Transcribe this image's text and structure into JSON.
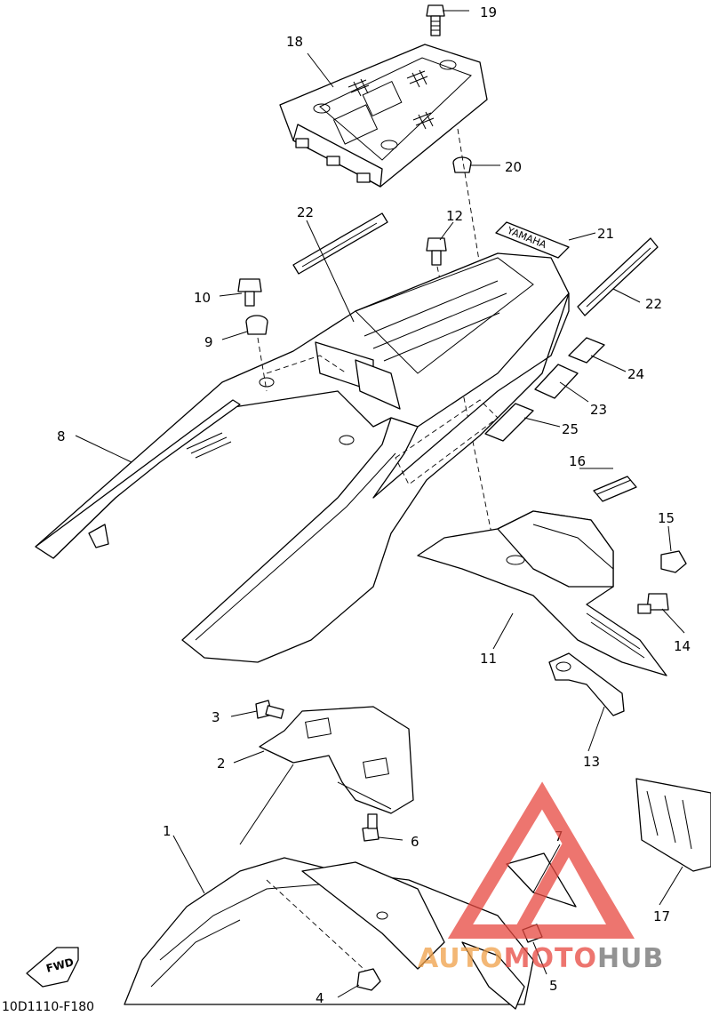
{
  "diagram": {
    "code": "10D1110-F180",
    "fwd_label": "FWD",
    "sticker_text": "YAMAHA",
    "callouts": [
      "1",
      "2",
      "3",
      "4",
      "5",
      "6",
      "7",
      "8",
      "9",
      "10",
      "11",
      "12",
      "13",
      "14",
      "15",
      "16",
      "17",
      "18",
      "19",
      "20",
      "21",
      "22",
      "22",
      "23",
      "24",
      "25"
    ]
  },
  "watermark": {
    "part1": "AUTO",
    "part2": "MOTO",
    "part3": "HUB",
    "color_red": "#e8483f",
    "color_orange": "#f0a048",
    "color_gray": "#6f6f6f"
  }
}
